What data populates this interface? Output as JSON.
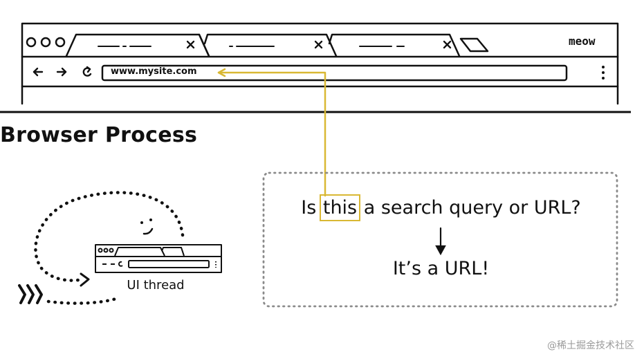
{
  "browser": {
    "brand": "meow",
    "url": "www.mysite.com"
  },
  "diagram": {
    "section_title": "Browser Process",
    "question_prefix": "Is ",
    "question_highlight": "this",
    "question_suffix": " a search query or URL?",
    "answer": "It’s a URL!",
    "thread_label": "UI thread"
  },
  "colors": {
    "highlight": "#d9b833",
    "ink": "#111111"
  },
  "watermark": "@稀土掘金技术社区"
}
